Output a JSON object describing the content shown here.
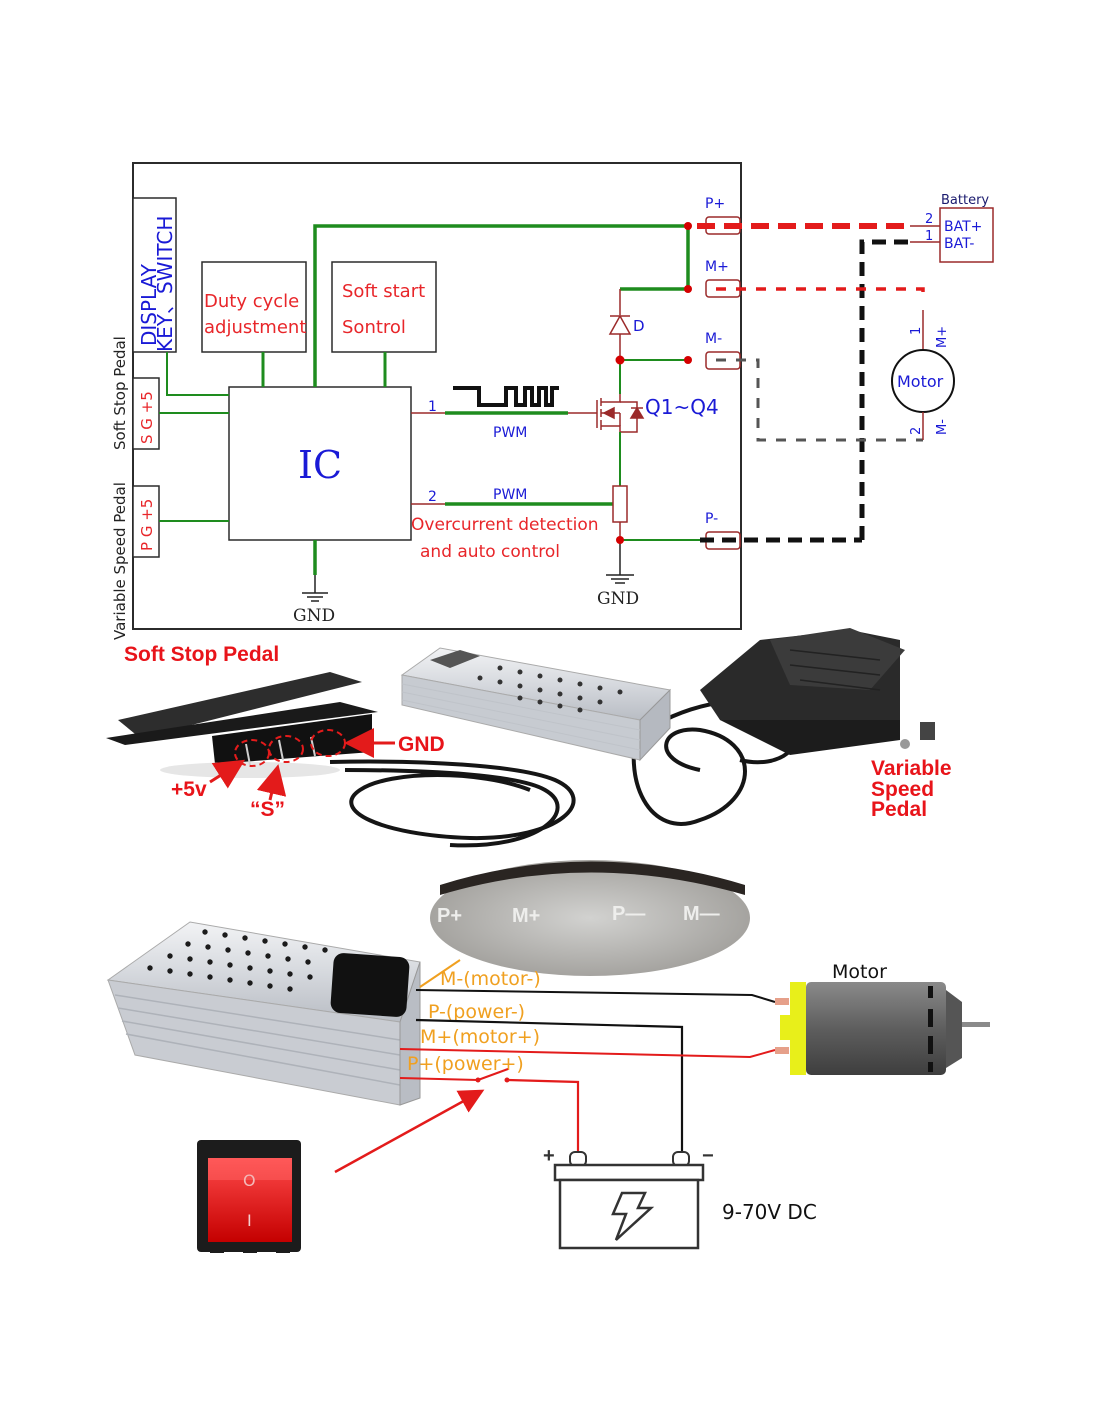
{
  "schematic": {
    "side_labels": {
      "soft_stop_pedal": "Soft Stop Pedal",
      "variable_speed_pedal": "Variable Speed Pedal"
    },
    "display_block": {
      "line1": "DISPLAY",
      "line2": "KEY、SWITCH"
    },
    "duty_cycle_block": {
      "line1": "Duty cycle",
      "line2": "adjustment"
    },
    "soft_start_block": {
      "line1": "Soft start",
      "line2": "Sontrol"
    },
    "soft_stop_connector": "S G +5",
    "variable_speed_connector": "P G +5",
    "ic_label": "IC",
    "pwm1": {
      "pin": "1",
      "label": "PWM"
    },
    "pwm2": {
      "pin": "2",
      "label": "PWM"
    },
    "overcurrent": {
      "line1": "Overcurrent detection",
      "line2": "and auto control"
    },
    "diode_label": "D",
    "mosfet_label": "Q1~Q4",
    "gnd_label_ic": "GND",
    "gnd_label_power": "GND",
    "terminals": [
      "P+",
      "M+",
      "M-",
      "P-"
    ],
    "battery": {
      "title": "Battery",
      "pin_pos": "2",
      "pin_neg": "1",
      "pos_label": "BAT+",
      "neg_label": "BAT-"
    },
    "motor": {
      "label": "Motor",
      "pin_top": "1",
      "pin_top_label": "M+",
      "pin_bottom": "2",
      "pin_bottom_label": "M-"
    }
  },
  "photo_section": {
    "soft_stop_title": "Soft Stop Pedal",
    "pin_labels": {
      "plus5v": "+5v",
      "signal": "“S”",
      "gnd": "GND"
    },
    "variable_speed_title": [
      "Variable",
      "Speed",
      "Pedal"
    ]
  },
  "wiring_section": {
    "terminal_engraving": [
      "P+",
      "M+",
      "P—",
      "M—"
    ],
    "wire_labels": [
      "M-(motor-)",
      "P-(power-)",
      "M+(motor+)",
      "P+(power+)"
    ],
    "motor_title": "Motor",
    "battery_plus": "+",
    "battery_minus": "−",
    "battery_voltage": "9-70V DC",
    "switch_symbols": {
      "off": "O",
      "on": "I"
    }
  },
  "colors": {
    "schematic_frame": "#2b2b2b",
    "trace_green": "#1e8c1e",
    "component_red": "#9b2a2a",
    "text_red": "#e8262a",
    "text_blue": "#1a1ad6",
    "node_red": "#d40000",
    "pedal_title_red": "#e8141a",
    "wire_label_orange": "#f0a020",
    "motor_yellow": "#e8ef1a"
  }
}
